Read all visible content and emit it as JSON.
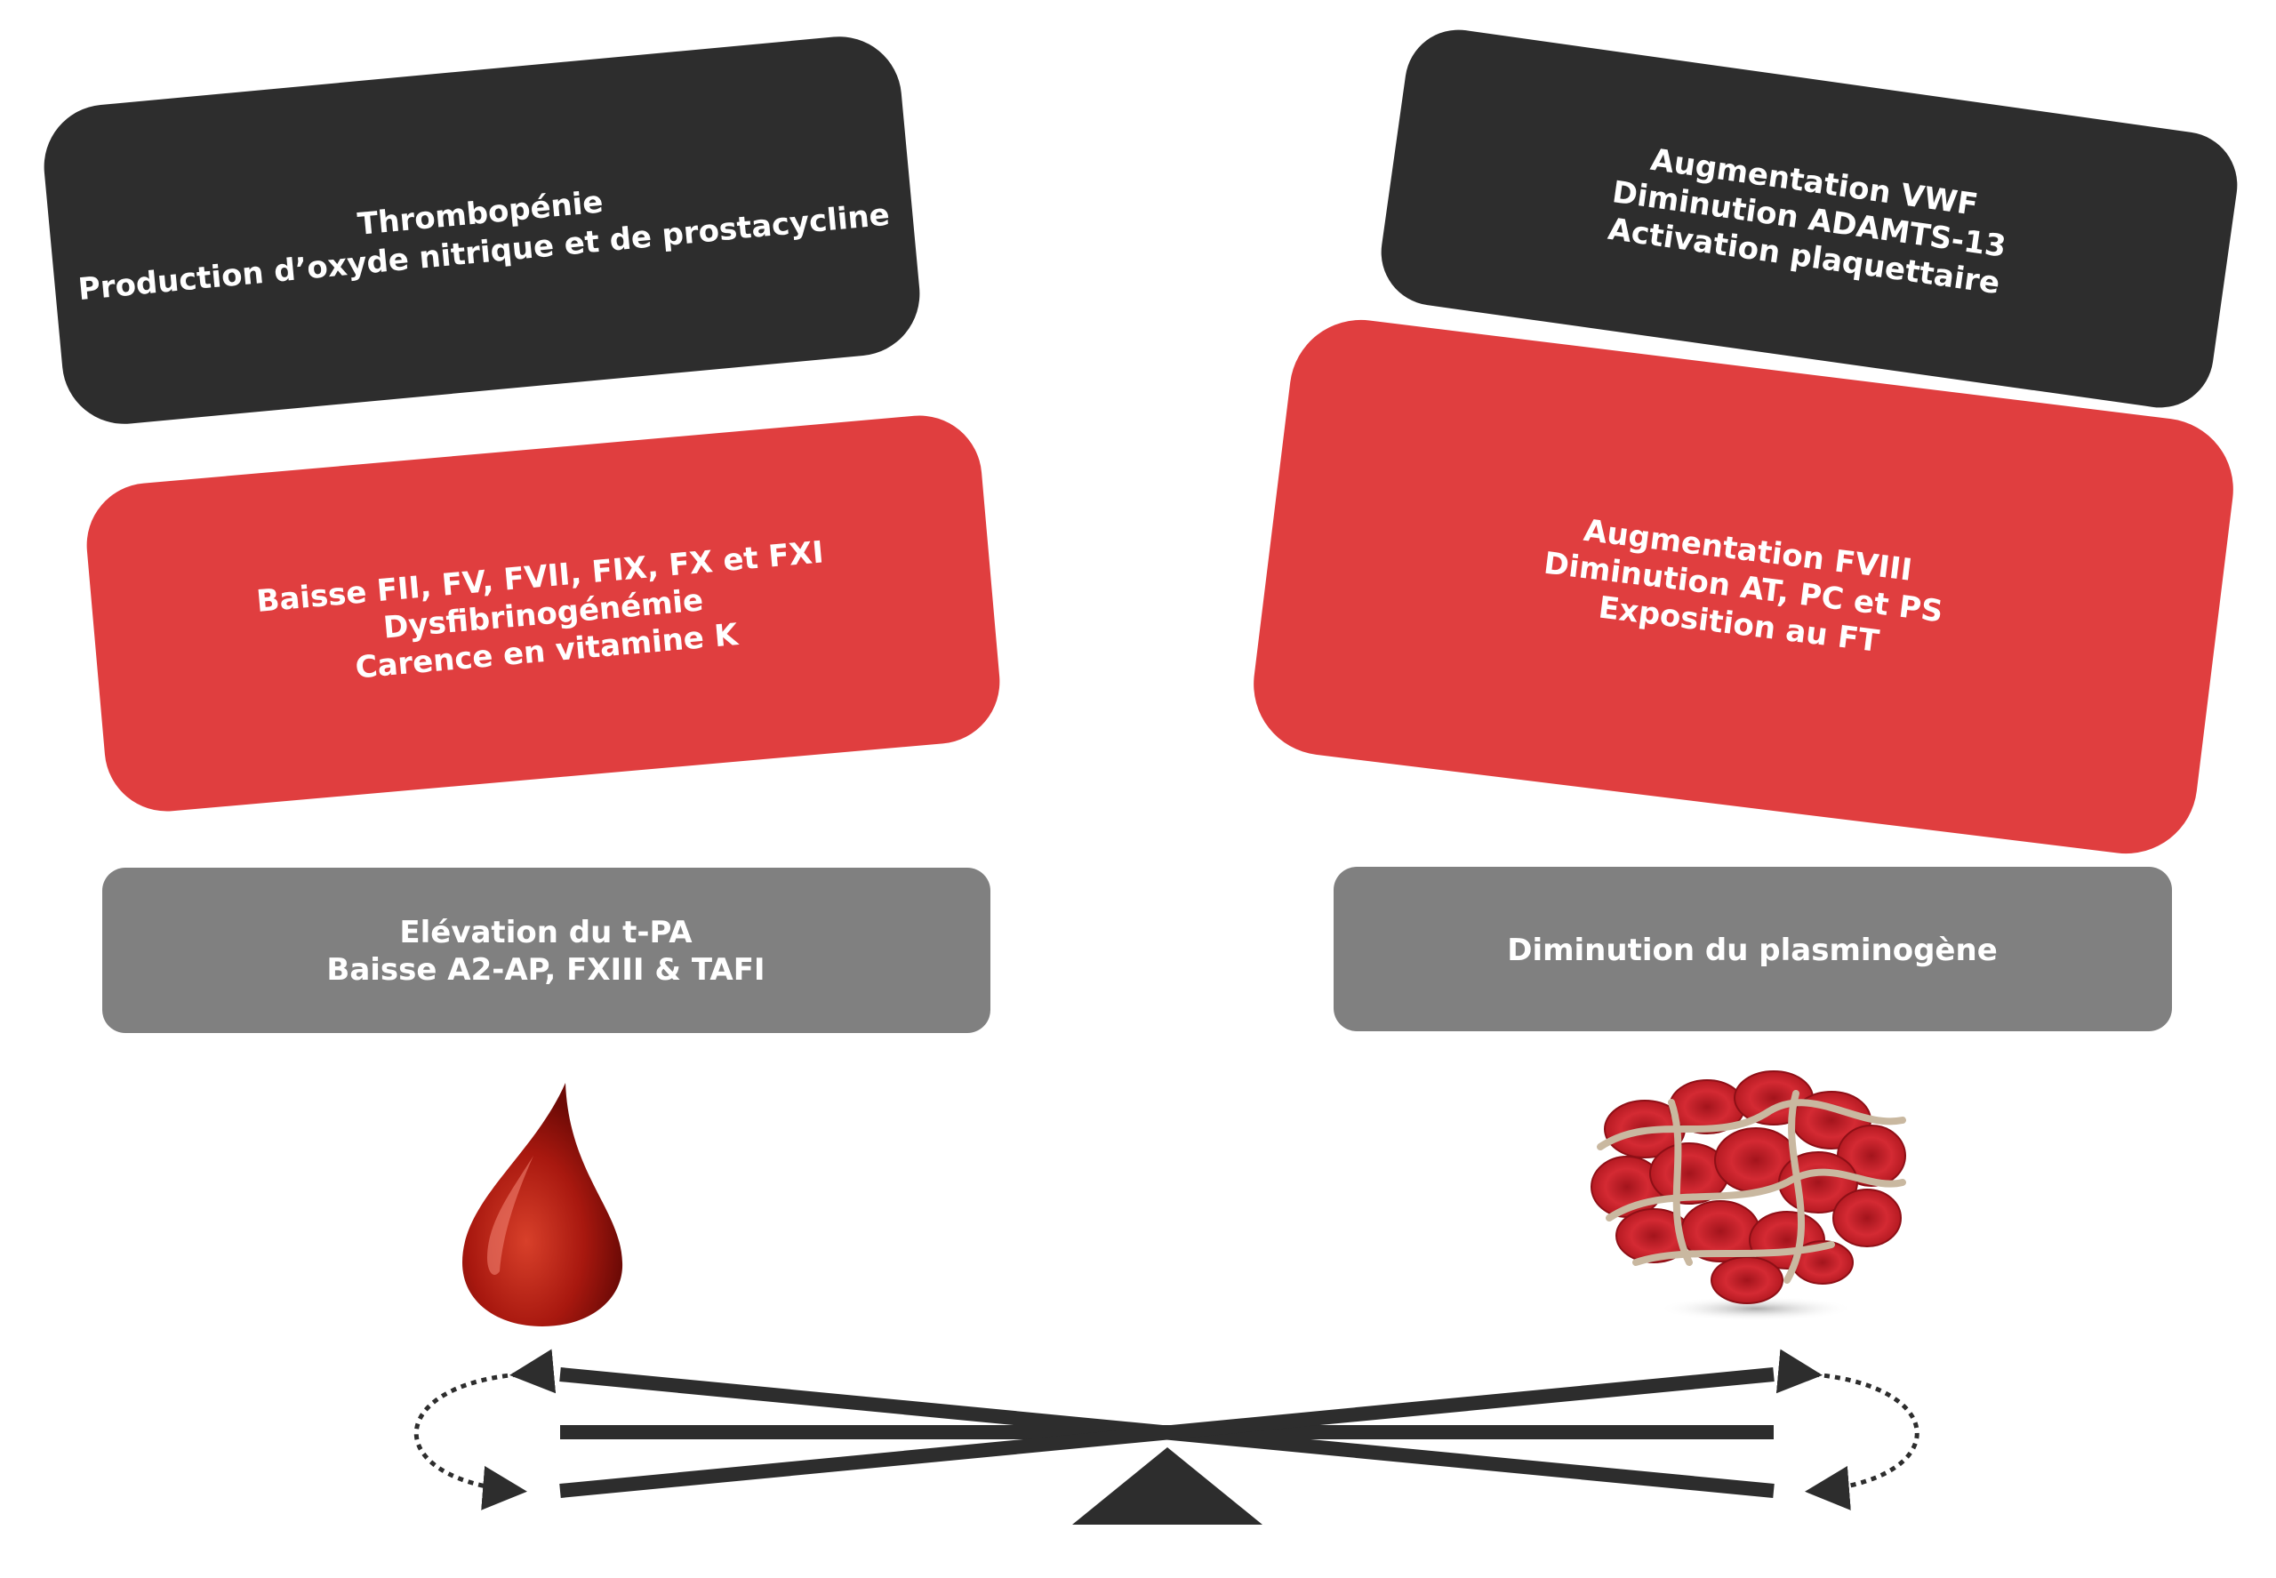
{
  "colors": {
    "dark": "#2d2d2d",
    "red": "#e03e3f",
    "gray": "#808080",
    "beam": "#2d2d2d"
  },
  "left": {
    "dark_box": [
      "Thrombopénie",
      "Production d’oxyde nitrique et de prostacycline"
    ],
    "red_box": [
      "Baisse FII, FV, FVII, FIX, FX et FXI",
      "Dysfibrinogénémie",
      "Carence en vitamine K"
    ],
    "gray_box": [
      "Elévation du t-PA",
      "Baisse A2-AP, FXIII & TAFI"
    ],
    "icon": "blood-drop-icon"
  },
  "right": {
    "dark_box": [
      "Augmentation VWF",
      "Diminution ADAMTS-13",
      "Activation plaquettaire"
    ],
    "red_box": [
      "Augmentation FVIII",
      "Diminution AT, PC et PS",
      "Exposition au FT"
    ],
    "gray_box": [
      "Diminution du plasminogène"
    ],
    "icon": "blood-clot-icon"
  },
  "balance_icon": "balance-scale-icon"
}
